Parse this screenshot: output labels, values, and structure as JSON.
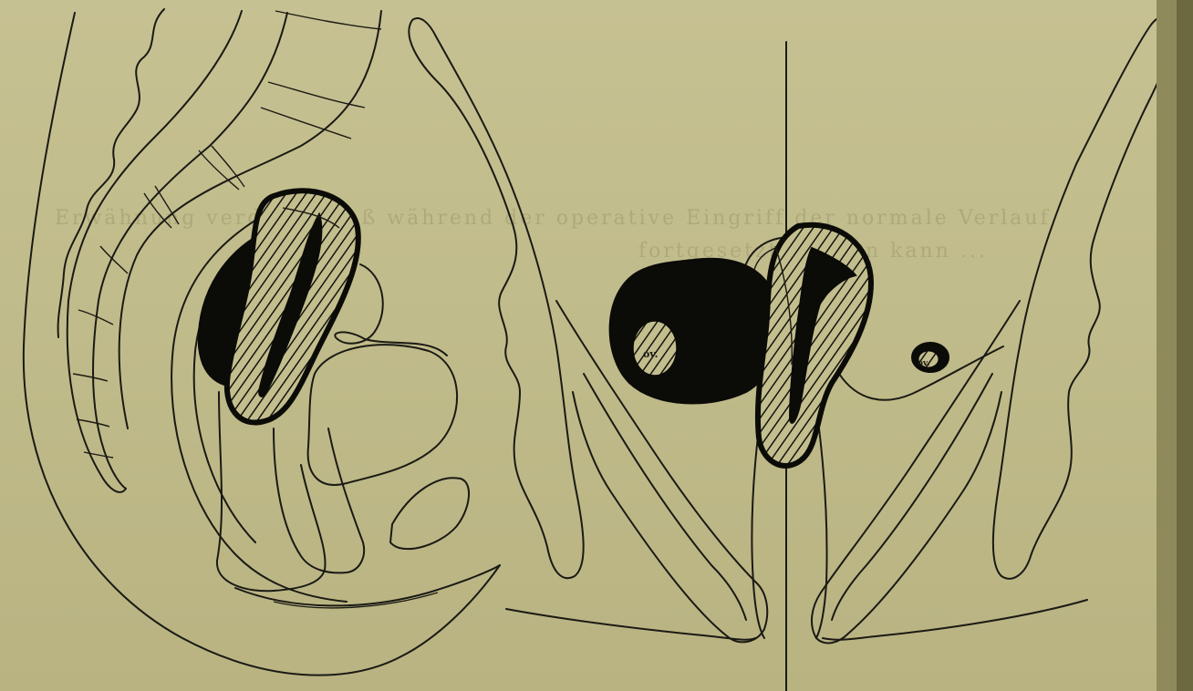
{
  "figure": {
    "labels": {
      "ovary_left": "ov.",
      "ovary_right": "ov."
    },
    "show_through_text": [
      "Erwähnung verdient, daß während der operative Eingriff der normale Verlauf",
      "fortgesetzt werden kann ..."
    ]
  }
}
